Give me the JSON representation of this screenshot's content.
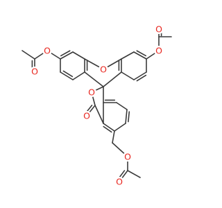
{
  "molecule": {
    "atoms": [
      {
        "id": "O_xanthene",
        "label": "O"
      },
      {
        "id": "O_ester_left",
        "label": "O"
      },
      {
        "id": "O_carbonyl_left",
        "label": "O"
      },
      {
        "id": "O_ester_right",
        "label": "O"
      },
      {
        "id": "O_carbonyl_right",
        "label": "O"
      },
      {
        "id": "O_lactone_ring",
        "label": "O"
      },
      {
        "id": "O_lactone_carbonyl",
        "label": "O"
      },
      {
        "id": "O_ester_bottom",
        "label": "O"
      },
      {
        "id": "O_carbonyl_bottom",
        "label": "O"
      }
    ],
    "colors": {
      "bond": "#3a3a3a",
      "oxygen": "#e8261f",
      "background": "#ffffff"
    }
  }
}
